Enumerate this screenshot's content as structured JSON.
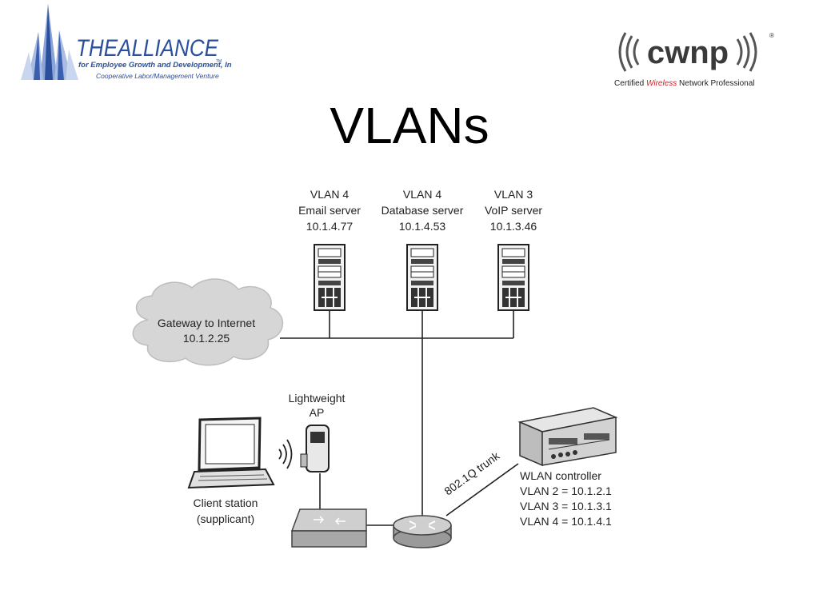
{
  "slide": {
    "title": "VLANs"
  },
  "logos": {
    "alliance": {
      "name": "THEALLIANCE",
      "line1": "for Employee Growth and Development, Inc.",
      "tm": "TM",
      "line2": "Cooperative Labor/Management Venture",
      "color": "#2b4f9a"
    },
    "cwnp": {
      "name": "cwnp",
      "registered": "®",
      "tagline_pre": "Certified ",
      "tagline_accent": "Wireless",
      "tagline_post": " Network Professional",
      "accent_color": "#d0202a"
    }
  },
  "diagram": {
    "servers": [
      {
        "vlan": "VLAN 4",
        "role": "Email server",
        "ip": "10.1.4.77"
      },
      {
        "vlan": "VLAN 4",
        "role": "Database server",
        "ip": "10.1.4.53"
      },
      {
        "vlan": "VLAN 3",
        "role": "VoIP server",
        "ip": "10.1.3.46"
      }
    ],
    "gateway": {
      "label": "Gateway to Internet",
      "ip": "10.1.2.25"
    },
    "ap": {
      "line1": "Lightweight",
      "line2": "AP"
    },
    "client": {
      "line1": "Client station",
      "line2": "(supplicant)"
    },
    "trunk_label": "802.1Q trunk",
    "controller": {
      "title": "WLAN controller",
      "vlans": [
        "VLAN 2 = 10.1.2.1",
        "VLAN 3 = 10.1.3.1",
        "VLAN 4 = 10.1.4.1"
      ]
    }
  }
}
